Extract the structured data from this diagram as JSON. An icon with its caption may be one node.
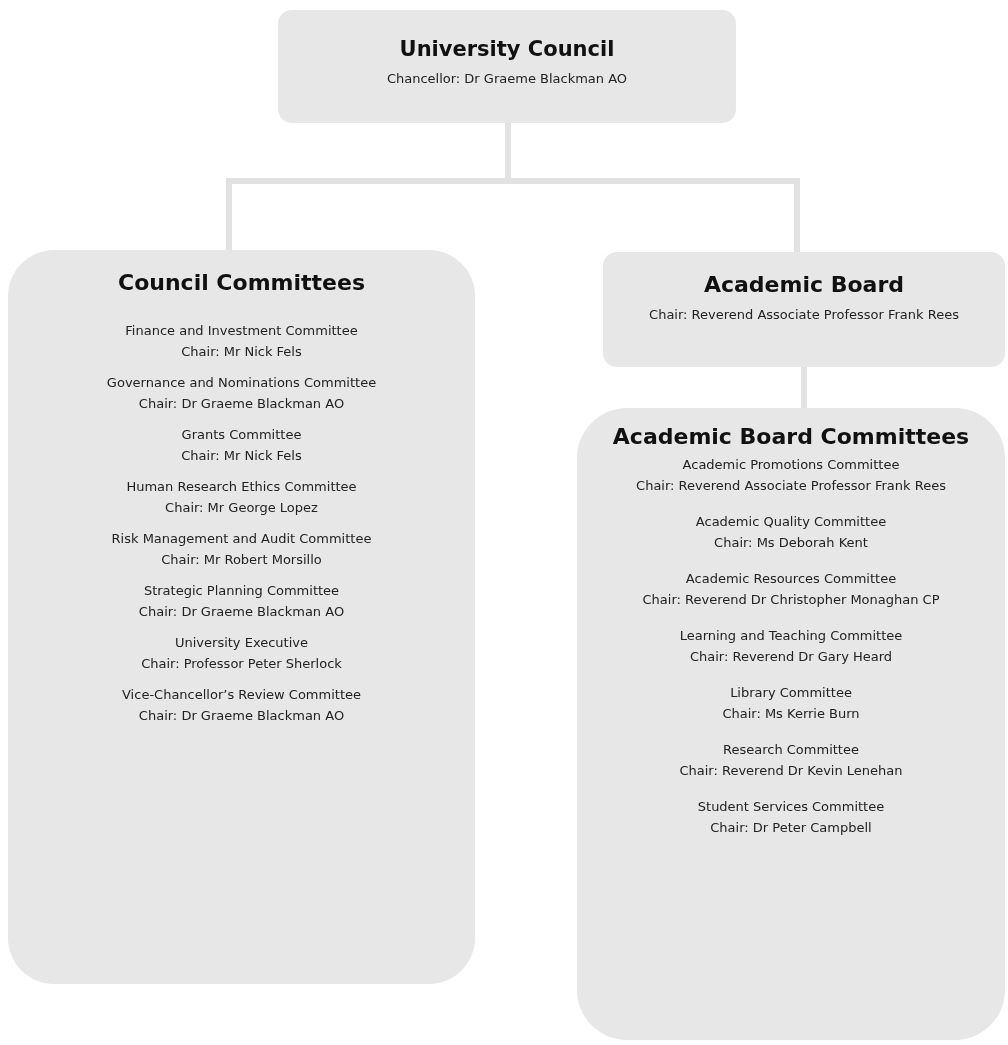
{
  "diagram": {
    "nodes": [
      {
        "text": [
          "University Council",
          "Chancellor: Dr Graeme Blackman AO"
        ]
      },
      {
        "text": [
          "Council Committees",
          "Finance and Investment Committee",
          "Chair: Mr Nick Fels",
          "Governance and Nominations Committee",
          "Chair: Dr Graeme Blackman AO",
          "Grants Committee",
          "Chair: Mr Nick Fels",
          "Human Research Ethics Committee",
          "Chair: Mr George Lopez",
          "Risk Management and Audit Committee",
          "Chair: Mr Robert Morsillo",
          "Strategic Planning Committee",
          "Chair: Dr Graeme Blackman AO",
          "University Executive",
          "Chair: Professor Peter Sherlock",
          "Vice-Chancellor’s Review Committee",
          "Chair: Dr Graeme Blackman AO"
        ]
      },
      {
        "text": [
          "Academic Board",
          "Chair: Reverend Associate Professor Frank Rees"
        ]
      },
      {
        "text": [
          "Academic Board Committees",
          "Academic Promotions Committee",
          "Chair: Reverend Associate Professor Frank Rees",
          "Academic Quality Committee",
          "Chair: Ms Deborah Kent",
          "Academic Resources Committee",
          "Chair: Reverend Dr Christopher Monaghan CP",
          "Learning and Teaching Committee",
          "Chair: Reverend Dr Gary Heard",
          "Library Committee",
          "Chair: Ms Kerrie Burn",
          "Research Committee",
          "Chair: Reverend Dr Kevin Lenehan",
          "Student Services Committee",
          "Chair: Dr Peter Campbell"
        ]
      }
    ],
    "edges": [
      {
        "from": 0,
        "to": 1,
        "arrow": "none"
      },
      {
        "from": 0,
        "to": 2,
        "arrow": "none"
      },
      {
        "from": 2,
        "to": 3,
        "arrow": "none"
      }
    ]
  }
}
